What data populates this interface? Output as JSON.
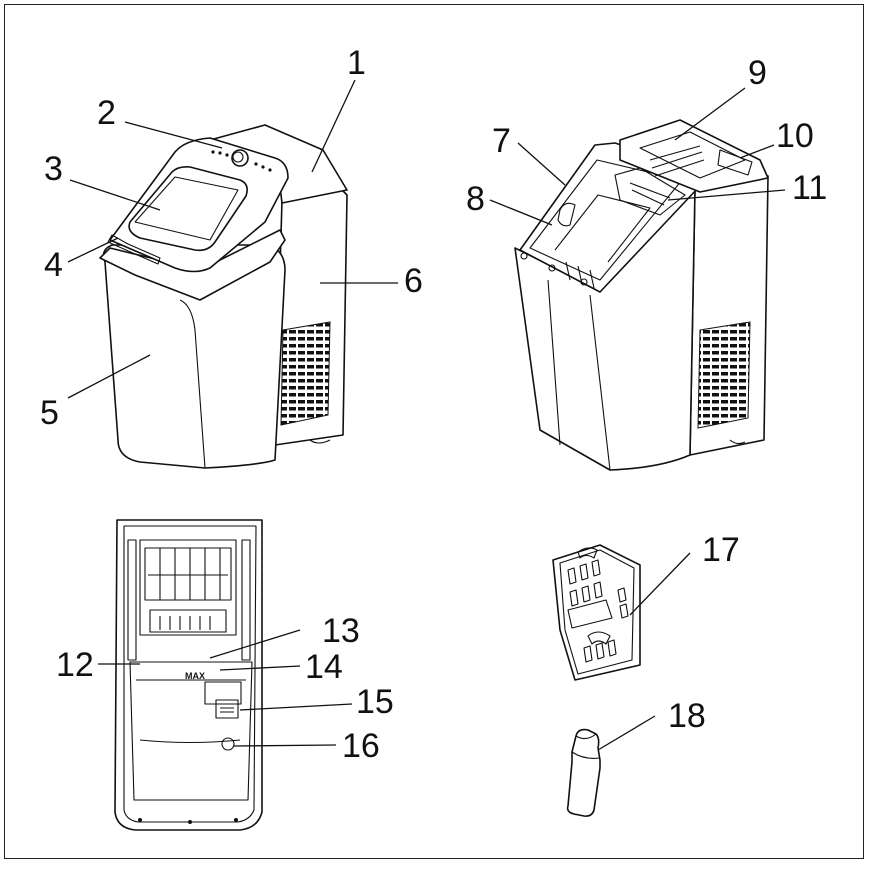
{
  "callouts": {
    "c1": "1",
    "c2": "2",
    "c3": "3",
    "c4": "4",
    "c5": "5",
    "c6": "6",
    "c7": "7",
    "c8": "8",
    "c9": "9",
    "c10": "10",
    "c11": "11",
    "c12": "12",
    "c13": "13",
    "c14": "14",
    "c15": "15",
    "c16": "16",
    "c17": "17",
    "c18": "18"
  },
  "top_view_text": "MAX"
}
